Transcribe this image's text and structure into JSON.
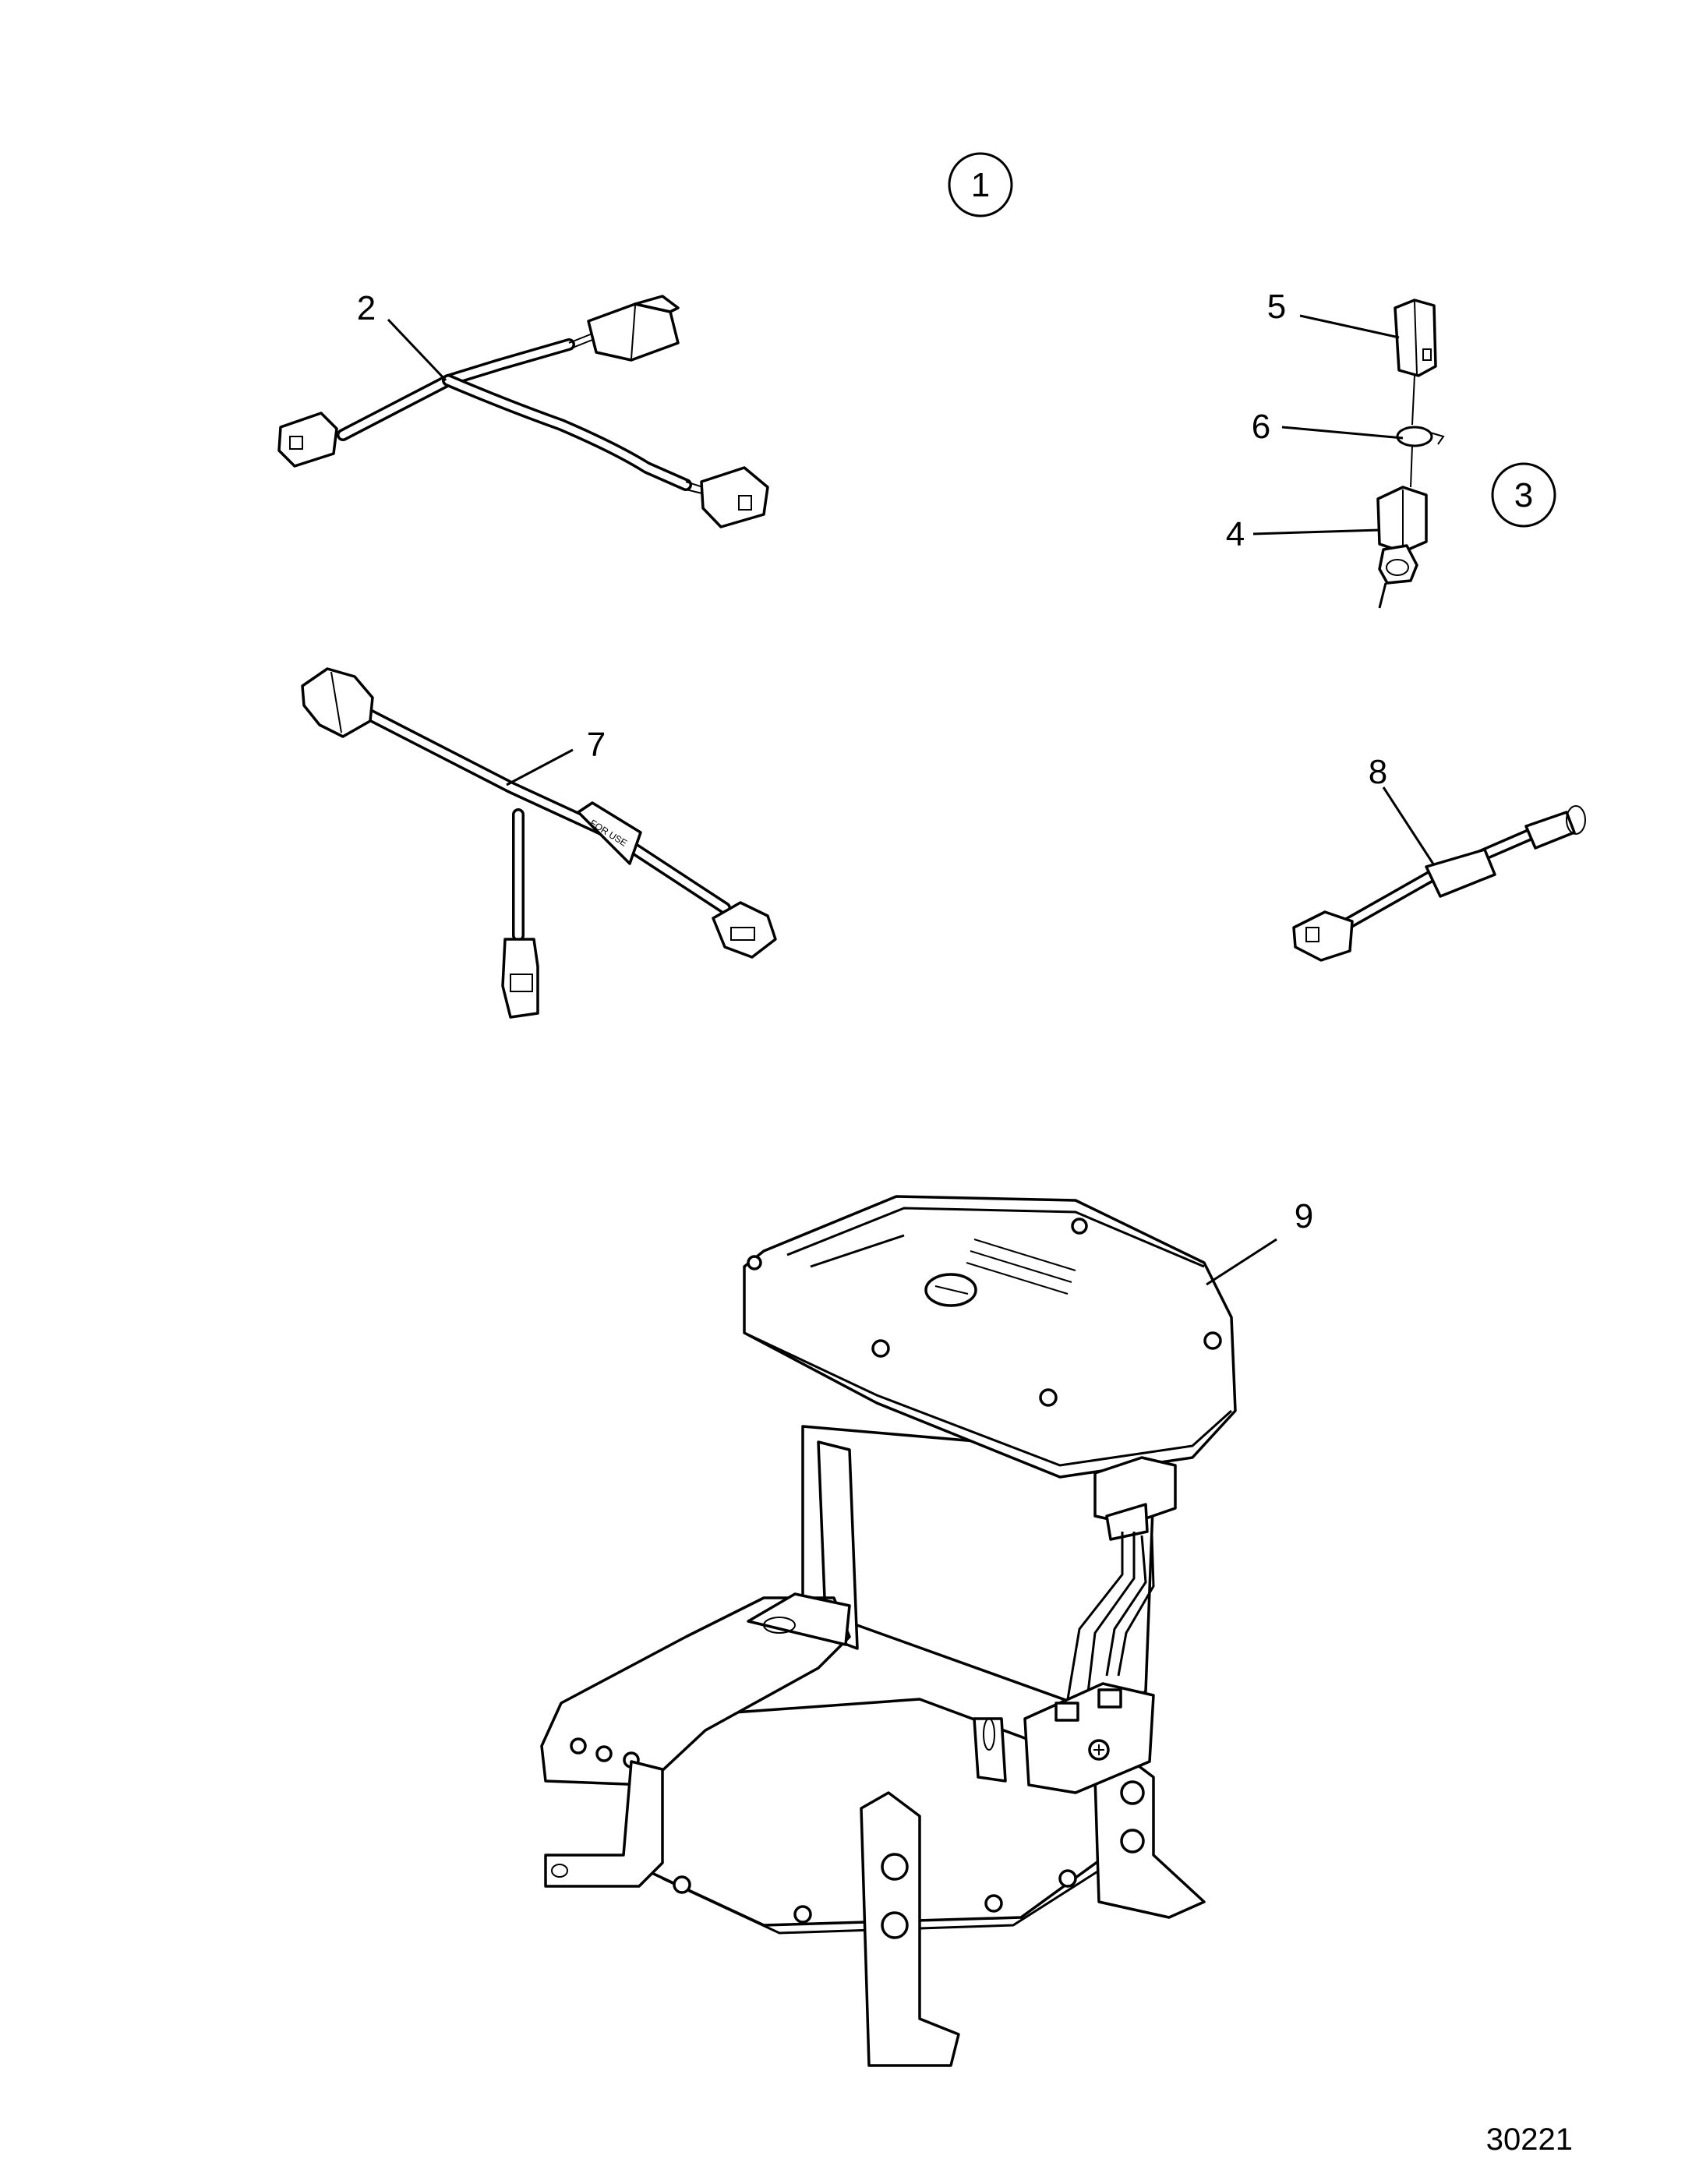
{
  "callouts": {
    "c1": "1",
    "c2": "2",
    "c3": "3",
    "c4": "4",
    "c5": "5",
    "c6": "6",
    "c7": "7",
    "c8": "8",
    "c9": "9"
  },
  "figure_number": "30221",
  "icons": [
    "y-harness",
    "connector",
    "clip",
    "sensor-connector",
    "t-harness",
    "adapter-cable",
    "actuator-assembly"
  ]
}
